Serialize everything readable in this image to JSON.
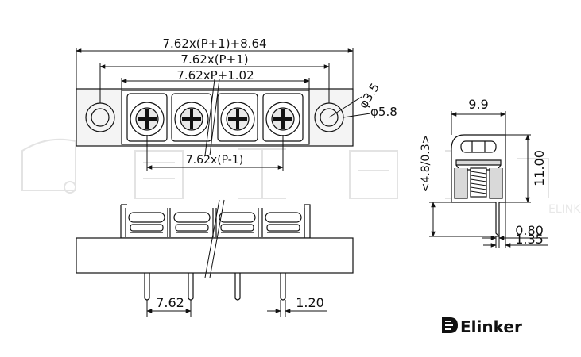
{
  "diagram": {
    "top_view": {
      "dim_overall": "7.62x(P+1)+8.64",
      "dim_hole_pitch": "7.62x(P+1)",
      "dim_block": "7.62xP+1.02",
      "dim_inner_pitch": "7.62x(P-1)",
      "dim_hole_dia": "φ3.5",
      "dim_boss_dia": "φ5.8"
    },
    "front_view": {
      "dim_pin_pitch": "7.62",
      "dim_pin_width": "1.20"
    },
    "side_view": {
      "dim_depth": "9.9",
      "dim_height": "11.00",
      "dim_pin_tail": "<4.8/0.3>",
      "dim_pin_thickness": "0.80",
      "dim_offset": "1.35"
    },
    "brand": {
      "name": "Elinker",
      "watermark": "ELINKER"
    },
    "colors": {
      "line": "#111111",
      "body_fill": "#f4f4f4",
      "insulator_fill": "#d9d9d9",
      "watermark": "#e6e6e6"
    }
  }
}
